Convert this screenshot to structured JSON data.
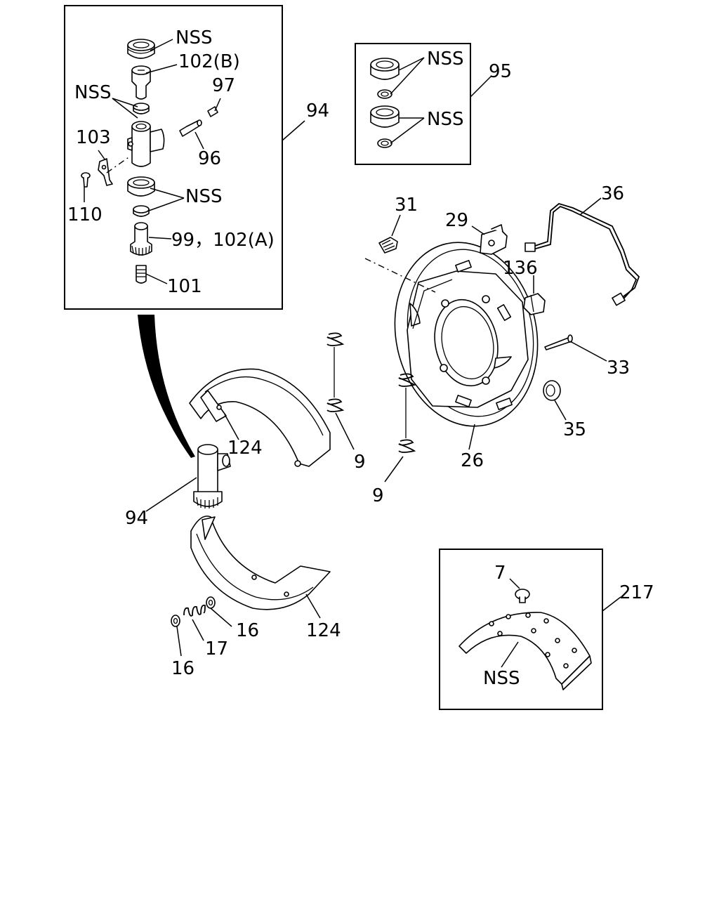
{
  "labels": {
    "nss_top": "NSS",
    "p102b": "102(B)",
    "p97": "97",
    "p94_box": "94",
    "nss_left": "NSS",
    "p103": "103",
    "p96": "96",
    "p110": "110",
    "nss_mid": "NSS",
    "p99_102a": "99，102(A)",
    "p101": "101",
    "nss_95a": "NSS",
    "nss_95b": "NSS",
    "p95": "95",
    "p31": "31",
    "p29": "29",
    "p36": "36",
    "p136": "136",
    "p33": "33",
    "p35": "35",
    "p26": "26",
    "p124_top": "124",
    "p9_right": "9",
    "p9_left": "9",
    "p94_lower": "94",
    "p124_bottom": "124",
    "p16_a": "16",
    "p17": "17",
    "p16_b": "16",
    "p7": "7",
    "p217": "217",
    "nss_lining": "NSS"
  }
}
